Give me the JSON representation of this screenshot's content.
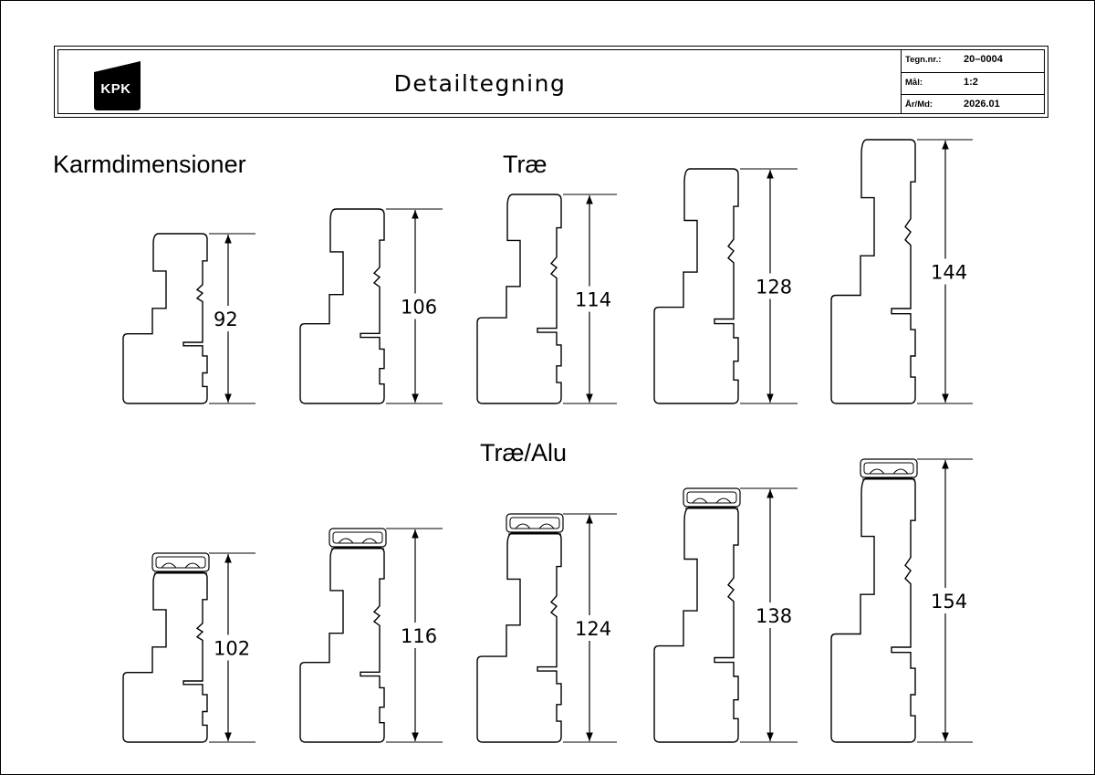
{
  "title_block": {
    "logo_text": "KPK",
    "drawing_title": "Detailtegning",
    "info": [
      {
        "label": "Tegn.nr.:",
        "value": "20–0004"
      },
      {
        "label": "Mål:",
        "value": "1:2"
      },
      {
        "label": "År/Md:",
        "value": "2026.01"
      }
    ]
  },
  "headings": {
    "main": "Karmdimensioner",
    "wood": "Træ",
    "wood_alu": "Træ/Alu"
  },
  "rows": {
    "wood": [
      {
        "dimension": "92"
      },
      {
        "dimension": "106"
      },
      {
        "dimension": "114"
      },
      {
        "dimension": "128"
      },
      {
        "dimension": "144"
      }
    ],
    "wood_alu": [
      {
        "dimension": "102"
      },
      {
        "dimension": "116"
      },
      {
        "dimension": "124"
      },
      {
        "dimension": "138"
      },
      {
        "dimension": "154"
      }
    ]
  },
  "colors": {
    "line": "#000000",
    "background": "#ffffff"
  }
}
